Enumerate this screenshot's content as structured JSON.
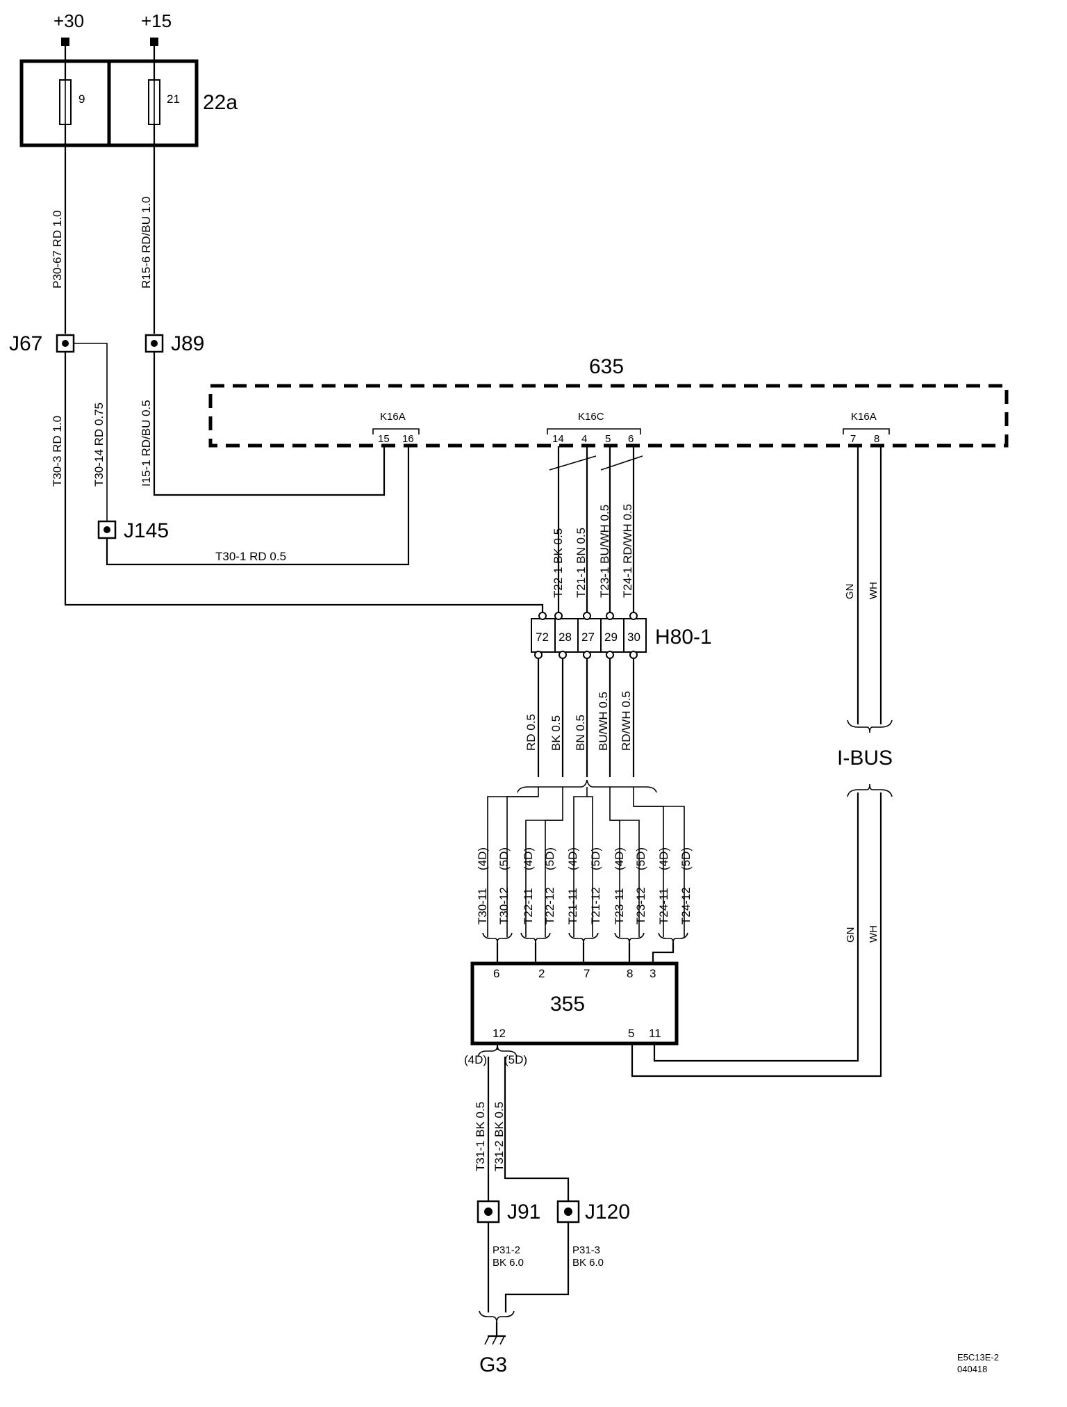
{
  "supply": {
    "p30": "+30",
    "p15": "+15"
  },
  "fusebox": {
    "id": "22a",
    "fuse_a": "9",
    "fuse_b": "21"
  },
  "wires": {
    "p30_67": "P30-67  RD  1.0",
    "r15_6": "R15-6  RD/BU  1.0",
    "t30_3": "T30-3  RD  1.0",
    "t30_14": "T30-14  RD  0.75",
    "i15_1": "I15-1  RD/BU  0.5",
    "t30_1": "T30-1   RD   0.5",
    "t22_1": "T22-1  BK  0.5",
    "t21_1": "T21-1  BN  0.5",
    "t23_1": "T23-1  BU/WH  0.5",
    "t24_1": "T24-1  RD/WH  0.5",
    "gn": "GN",
    "wh": "WH",
    "rd05": "RD  0.5",
    "bk05": "BK  0.5",
    "bn05": "BN  0.5",
    "buwh05": "BU/WH  0.5",
    "rdwh05": "RD/WH  0.5",
    "gn2": "GN",
    "wh2": "WH",
    "t31_1": "T31-1  BK  0.5",
    "t31_2": "T31-2  BK  0.5",
    "p31_2a": "P31-2",
    "p31_2b": "BK  6.0",
    "p31_3a": "P31-3",
    "p31_3b": "BK  6.0"
  },
  "splices": {
    "j67": "J67",
    "j89": "J89",
    "j145": "J145",
    "j91": "J91",
    "j120": "J120"
  },
  "module635": {
    "id": "635",
    "conn_a1": "K16A",
    "conn_c": "K16C",
    "conn_a2": "K16A",
    "pins_a1": [
      "15",
      "16"
    ],
    "pins_c": [
      "14",
      "4",
      "5",
      "6"
    ],
    "pins_a2": [
      "7",
      "8"
    ]
  },
  "h80": {
    "id": "H80-1",
    "pins": [
      "72",
      "28",
      "27",
      "29",
      "30"
    ]
  },
  "variants": [
    "(4D)",
    "(5D)",
    "(4D)",
    "(5D)",
    "(4D)",
    "(5D)",
    "(4D)",
    "(5D)",
    "(4D)",
    "(5D)"
  ],
  "variant_wires": [
    "T30-11",
    "T30-12",
    "T22-11",
    "T22-12",
    "T21-11",
    "T21-12",
    "T23-11",
    "T23-12",
    "T24-11",
    "T24-12"
  ],
  "ibus": "I-BUS",
  "module355": {
    "id": "355",
    "top_pins": [
      "6",
      "2",
      "7",
      "8",
      "3"
    ],
    "bottom_pins": [
      "12",
      "5",
      "11"
    ]
  },
  "ground": {
    "variant_4d": "(4D)",
    "variant_5d": "(5D)",
    "id": "G3"
  },
  "footer": {
    "code": "E5C13E-2",
    "date": "040418"
  }
}
